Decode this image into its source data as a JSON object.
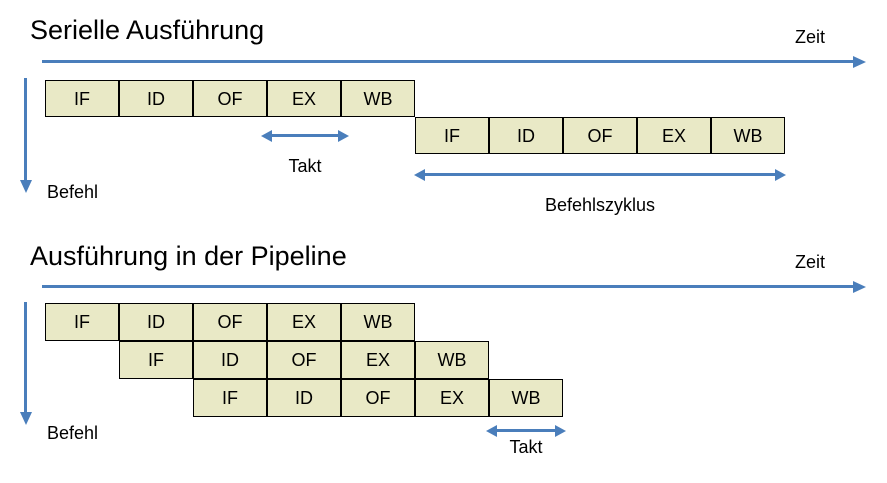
{
  "diagram": {
    "type": "pipeline-timing-diagram",
    "colors": {
      "stage_fill": "#E9E9C6",
      "stage_border": "#000000",
      "arrow_blue": "#4A7EBB",
      "text": "#000000",
      "background": "#FFFFFF"
    }
  },
  "sections": [
    {
      "id": "serial",
      "title": "Serielle Ausführung",
      "time_axis_label": "Zeit",
      "instruction_axis_label": "Befehl",
      "rows": [
        {
          "index": 0,
          "stages": [
            "IF",
            "ID",
            "OF",
            "EX",
            "WB"
          ]
        },
        {
          "index": 1,
          "stages": [
            "IF",
            "ID",
            "OF",
            "EX",
            "WB"
          ]
        }
      ],
      "measures": [
        {
          "name": "Takt",
          "label": "Takt"
        },
        {
          "name": "Befehlszyklus",
          "label": "Befehlszyklus"
        }
      ]
    },
    {
      "id": "pipeline",
      "title": "Ausführung in der Pipeline",
      "time_axis_label": "Zeit",
      "instruction_axis_label": "Befehl",
      "rows": [
        {
          "index": 0,
          "stages": [
            "IF",
            "ID",
            "OF",
            "EX",
            "WB"
          ]
        },
        {
          "index": 1,
          "stages": [
            "IF",
            "ID",
            "OF",
            "EX",
            "WB"
          ]
        },
        {
          "index": 2,
          "stages": [
            "IF",
            "ID",
            "OF",
            "EX",
            "WB"
          ]
        }
      ],
      "measures": [
        {
          "name": "Takt",
          "label": "Takt"
        }
      ]
    }
  ]
}
